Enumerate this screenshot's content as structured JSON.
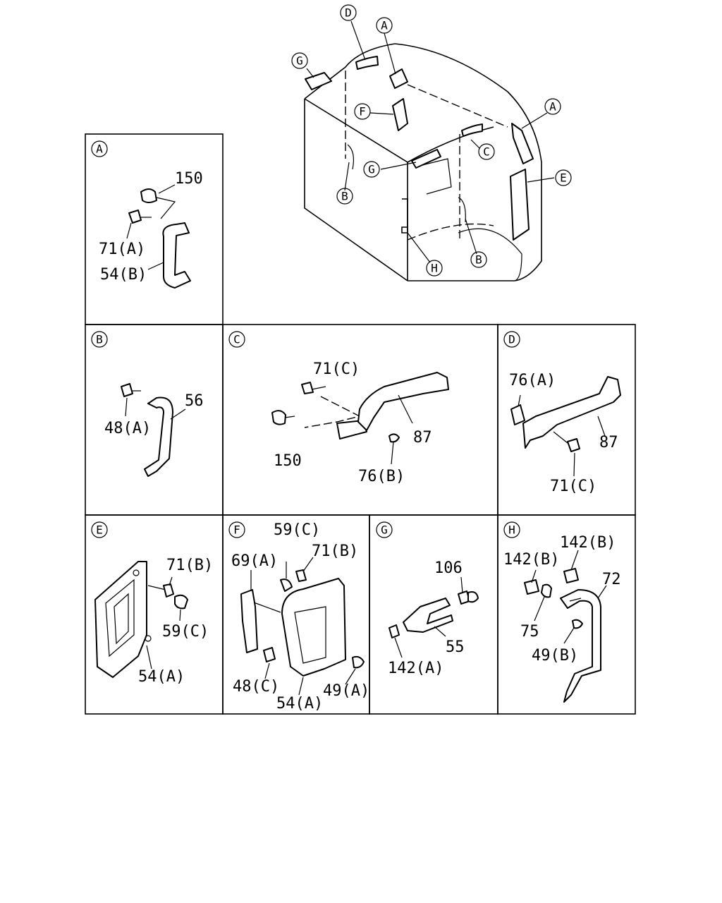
{
  "overview_callouts": {
    "d": "D",
    "a1": "A",
    "g1": "G",
    "f": "F",
    "a2": "A",
    "c": "C",
    "g2": "G",
    "e": "E",
    "b1": "B",
    "h": "H",
    "b2": "B"
  },
  "panels": {
    "A": {
      "id": "A",
      "labels": [
        "150",
        "71(A)",
        "54(B)"
      ]
    },
    "B": {
      "id": "B",
      "labels": [
        "48(A)",
        "56"
      ]
    },
    "C": {
      "id": "C",
      "labels": [
        "71(C)",
        "150",
        "87",
        "76(B)"
      ]
    },
    "D": {
      "id": "D",
      "labels": [
        "76(A)",
        "87",
        "71(C)"
      ]
    },
    "E": {
      "id": "E",
      "labels": [
        "71(B)",
        "59(C)",
        "54(A)"
      ]
    },
    "F": {
      "id": "F",
      "labels": [
        "59(C)",
        "69(A)",
        "71(B)",
        "48(C)",
        "54(A)",
        "49(A)"
      ]
    },
    "G": {
      "id": "G",
      "labels": [
        "106",
        "55",
        "142(A)"
      ]
    },
    "H": {
      "id": "H",
      "labels": [
        "142(B)",
        "142(B)",
        "72",
        "75",
        "49(B)"
      ]
    }
  }
}
